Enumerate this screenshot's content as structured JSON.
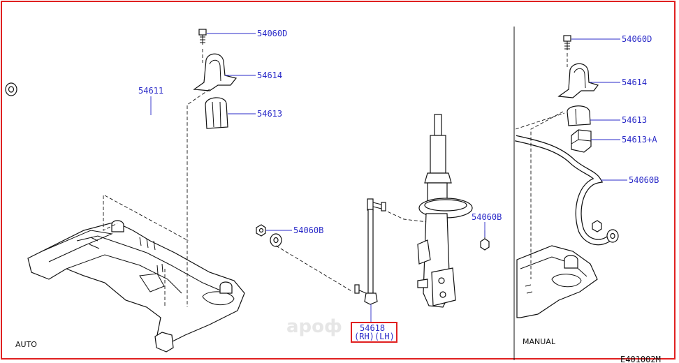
{
  "watermark": "ароф",
  "part_numbers": {
    "bolt_auto": "54060D",
    "clamp_auto": "54614",
    "bushing_auto": "54613",
    "stabilizer_bar": "54611",
    "nut_auto": "54060B",
    "link_number": "54618",
    "link_side": "(RH)(LH)",
    "strut_nut": "54060B",
    "bolt_manual": "54060D",
    "clamp_manual": "54614",
    "bushing_manual": "54613",
    "bushing_alt_manual": "54613+A",
    "nut_manual": "54060B"
  },
  "labels": {
    "auto": "AUTO",
    "manual": "MANUAL"
  },
  "drawing_code": "E401002M",
  "colors": {
    "part_number_blue": "#2a2ac8",
    "highlight_red": "#e02020"
  }
}
